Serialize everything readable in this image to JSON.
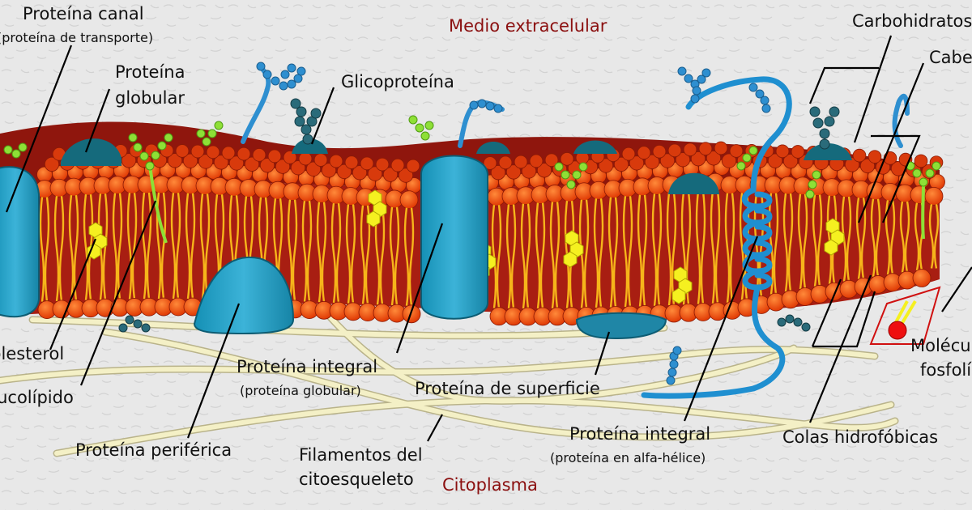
{
  "colors": {
    "background": "#e9e9e9",
    "bilayer_core": "#a81e12",
    "head": "#ff5a14",
    "tail": "#f6b51a",
    "protein": "#1f9cc2",
    "protein_dark": "#156a7c",
    "carbohydrate": "#2e8fd0",
    "glycolipid_chain": "#8ee036",
    "cholesterol": "#f5f020",
    "filament": "#f4f0c6",
    "region_label": "#8b1010"
  },
  "regions": {
    "extracellular": "Medio extracelular",
    "cytoplasm": "Citoplasma"
  },
  "labels": {
    "channel_protein": "Proteína canal",
    "channel_protein_sub": "(proteína de transporte)",
    "globular_protein_l1": "Proteína",
    "globular_protein_l2": "globular",
    "glycoprotein": "Glicoproteína",
    "carbohydrates": "Carbohidratos",
    "heads": "Cabezas",
    "cholesterol": "Colesterol",
    "glycolipid": "Glucolípido",
    "integral_globular": "Proteína integral",
    "integral_globular_sub": "(proteína globular)",
    "surface_protein": "Proteína de superficie",
    "peripheral_protein": "Proteína periférica",
    "filaments_l1": "Filamentos del",
    "filaments_l2": "citoesqueleto",
    "integral_helix": "Proteína integral",
    "integral_helix_sub": "(proteína en alfa-hélice)",
    "hydrophobic_tails": "Colas hidrofóbicas",
    "phospholipid_l1": "Molécula de",
    "phospholipid_l2": "fosfolípido"
  },
  "icons": [
    "phospholipid-bilayer",
    "channel-protein",
    "alpha-helix-protein",
    "glycoprotein",
    "glycolipid",
    "cholesterol",
    "cytoskeleton-filament"
  ]
}
